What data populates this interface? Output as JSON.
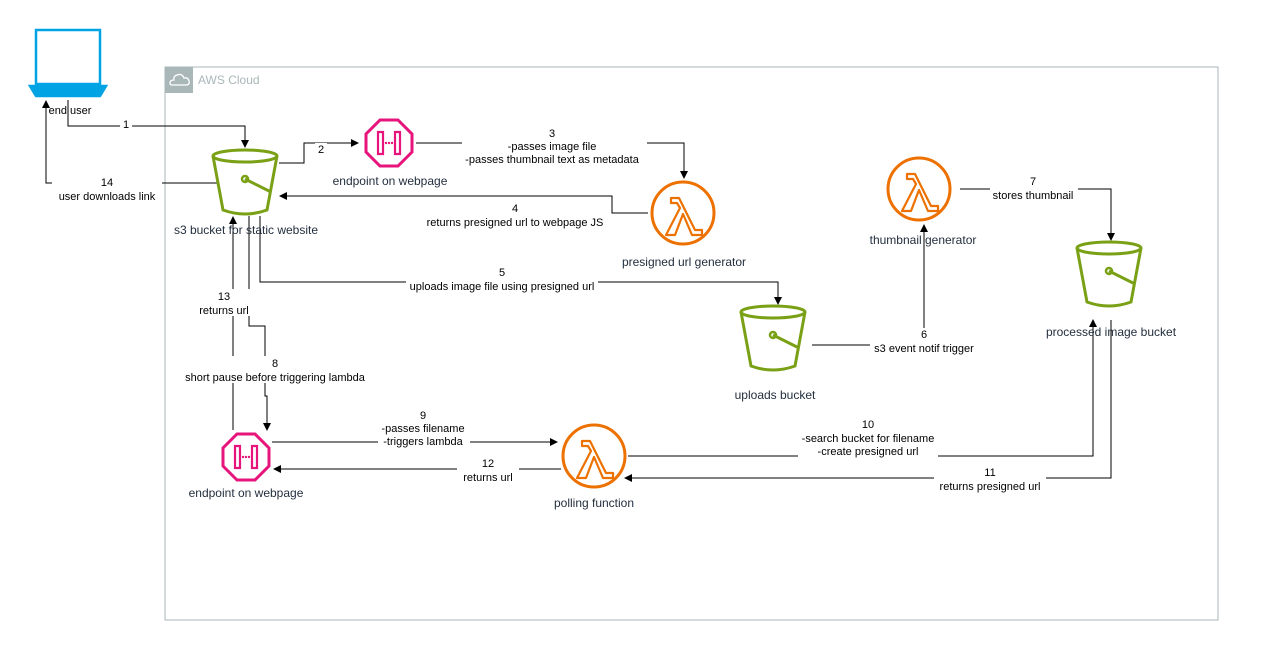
{
  "cloud": {
    "label": "AWS Cloud"
  },
  "nodes": {
    "end_user": "end user",
    "s3_static": "s3 bucket for static website",
    "endpoint_top": "endpoint on webpage",
    "presigned_gen": "presigned url generator",
    "uploads_bucket": "uploads bucket",
    "thumb_gen": "thumbnail generator",
    "processed_bucket": "processed image bucket",
    "endpoint_bottom": "endpoint on webpage",
    "polling_fn": "polling function"
  },
  "edges": {
    "e1": {
      "num": "1",
      "lines": []
    },
    "e2": {
      "num": "2",
      "lines": []
    },
    "e3": {
      "num": "3",
      "lines": [
        "-passes image file",
        "-passes thumbnail text as metadata"
      ]
    },
    "e4": {
      "num": "4",
      "lines": [
        "returns presigned url to webpage JS"
      ]
    },
    "e5": {
      "num": "5",
      "lines": [
        "uploads image file using presigned url"
      ]
    },
    "e6": {
      "num": "6",
      "lines": [
        "s3 event notif trigger"
      ]
    },
    "e7": {
      "num": "7",
      "lines": [
        "stores thumbnail"
      ]
    },
    "e8": {
      "num": "8",
      "lines": [
        "short pause before triggering lambda"
      ]
    },
    "e9": {
      "num": "9",
      "lines": [
        "-passes filename",
        "-triggers lambda"
      ]
    },
    "e10": {
      "num": "10",
      "lines": [
        "-search bucket for filename",
        "-create presigned url"
      ]
    },
    "e11": {
      "num": "11",
      "lines": [
        "returns presigned url"
      ]
    },
    "e12": {
      "num": "12",
      "lines": [
        "returns url"
      ]
    },
    "e13": {
      "num": "13",
      "lines": [
        "returns url"
      ]
    },
    "e14": {
      "num": "14",
      "lines": [
        "user downloads link"
      ]
    }
  },
  "colors": {
    "s3": "#7aa116",
    "lambda": "#ed7100",
    "api": "#e7157b",
    "client": "#00a4e4",
    "cloud_border": "#aab7b8"
  },
  "icons": {
    "client": "laptop-icon",
    "s3": "bucket-icon",
    "lambda": "lambda-icon",
    "api": "api-gateway-endpoint-icon",
    "cloud": "cloud-icon"
  }
}
